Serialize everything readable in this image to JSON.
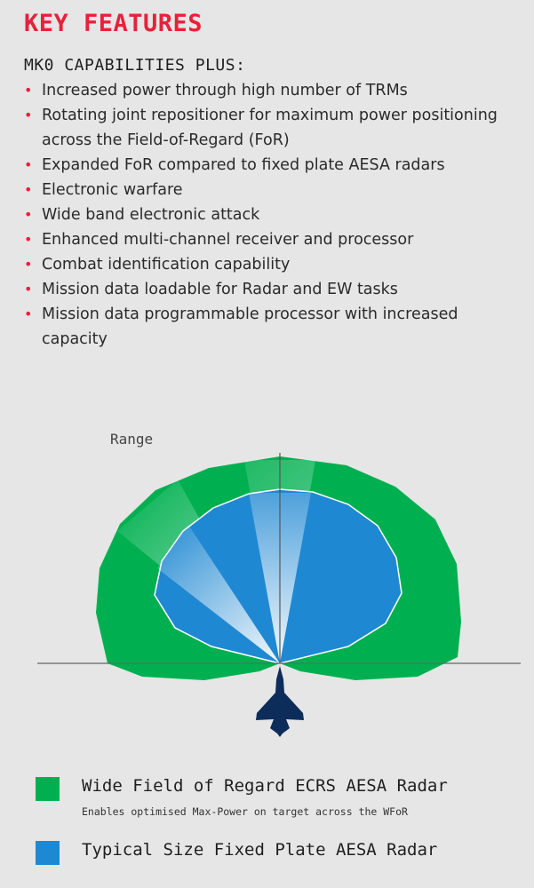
{
  "title": "KEY FEATURES",
  "subtitle": "MK0 CAPABILITIES PLUS:",
  "features": [
    "Increased power through high number of TRMs",
    "Rotating joint repositioner for maximum power positioning across the Field-of-Regard (FoR)",
    "Expanded FoR compared to fixed plate AESA radars",
    "Electronic warfare",
    "Wide band electronic attack",
    "Enhanced multi-channel receiver and processor",
    "Combat identification capability",
    "Mission data loadable for Radar and EW tasks",
    "Mission data programmable processor with increased capacity"
  ],
  "diagram": {
    "axis_label": "Range",
    "icon": "fighter-jet-icon",
    "colors": {
      "wide": "#00b050",
      "fixed": "#1f88d2",
      "beam": "#b9def5"
    }
  },
  "legend": [
    {
      "label": "Wide Field of Regard ECRS AESA Radar",
      "sub": "Enables optimised Max-Power on target across the WFoR",
      "color": "#00b050"
    },
    {
      "label": "Typical Size Fixed Plate AESA Radar",
      "color": "#1f88d2"
    }
  ]
}
